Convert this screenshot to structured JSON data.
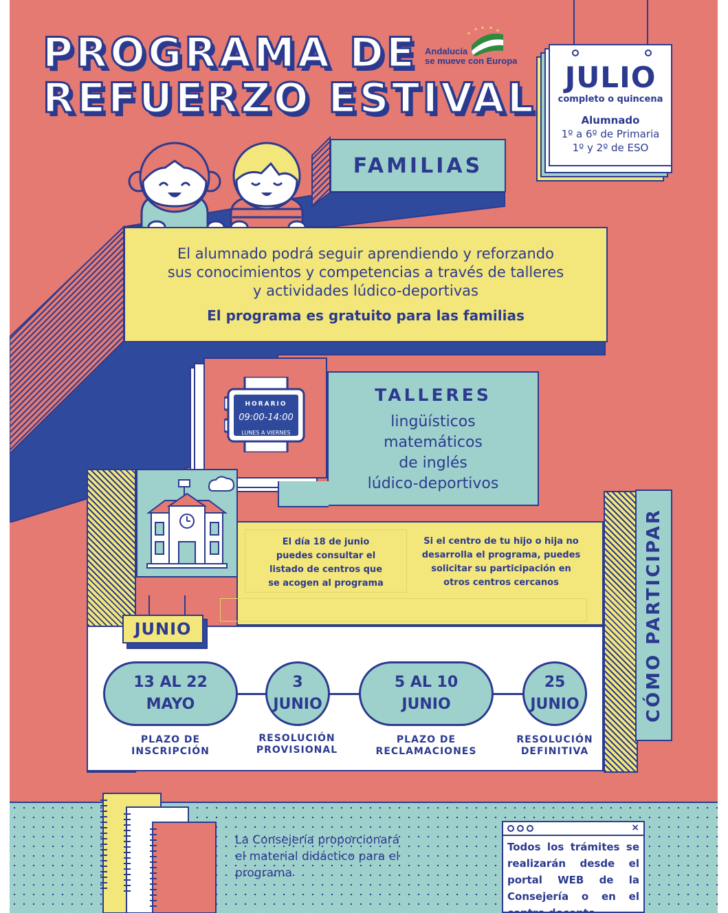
{
  "header": {
    "title_line1": "PROGRAMA DE",
    "title_line2": "REFUERZO ESTIVAL",
    "logo_line1": "Andalucía",
    "logo_line2": "se mueve con Europa"
  },
  "julio_card": {
    "month": "JULIO",
    "subtitle": "completo o quincena",
    "audience_title": "Alumnado",
    "audience_line1": "1º a 6º de Primaria",
    "audience_line2": "1º y 2º de ESO"
  },
  "familias": {
    "heading": "FAMILIAS",
    "text_line1": "El alumnado podrá seguir aprendiendo y reforzando",
    "text_line2": "sus conocimientos y competencias a través de talleres",
    "text_line3": "y actividades lúdico-deportivas",
    "free_note": "El programa es gratuito para las familias"
  },
  "watch": {
    "label": "HORARIO",
    "time": "09:00-14:00",
    "days": "LUNES A VIERNES"
  },
  "talleres": {
    "heading": "TALLERES",
    "items": [
      "lingüísticos",
      "matemáticos",
      "de inglés",
      "lúdico-deportivos"
    ]
  },
  "participar": {
    "vertical_heading": "CÓMO PARTICIPAR",
    "note_left": [
      "El día 18 de junio",
      "puedes consultar el",
      "listado de centros que",
      "se acogen al programa"
    ],
    "note_right": [
      "Si el centro de tu hijo o hija no",
      "desarrolla el programa, puedes",
      "solicitar su participación en",
      "otros centros cercanos"
    ],
    "junio_sign": "JUNIO",
    "timeline": [
      {
        "line1": "13 AL 22",
        "line2": "MAYO",
        "cap1": "PLAZO DE",
        "cap2": "INSCRIPCIÓN"
      },
      {
        "line1": "3",
        "line2": "JUNIO",
        "cap1": "RESOLUCIÓN",
        "cap2": "PROVISIONAL"
      },
      {
        "line1": "5 AL 10",
        "line2": "JUNIO",
        "cap1": "PLAZO DE",
        "cap2": "RECLAMACIONES"
      },
      {
        "line1": "25",
        "line2": "JUNIO",
        "cap1": "RESOLUCIÓN",
        "cap2": "DEFINITIVA"
      }
    ]
  },
  "footer": {
    "material_text": [
      "La Consejería proporcionará",
      "el material didáctico para el",
      "programa"
    ],
    "window_close": "×",
    "web_text": [
      "Todos los trámites se",
      "realizarán desde el",
      "portal WEB de la",
      "Consejería o en el",
      "centro docente"
    ]
  },
  "colors": {
    "background": "#e47a72",
    "navy": "#2b3a8f",
    "teal": "#9fd1cc",
    "yellow": "#f3e67a"
  }
}
